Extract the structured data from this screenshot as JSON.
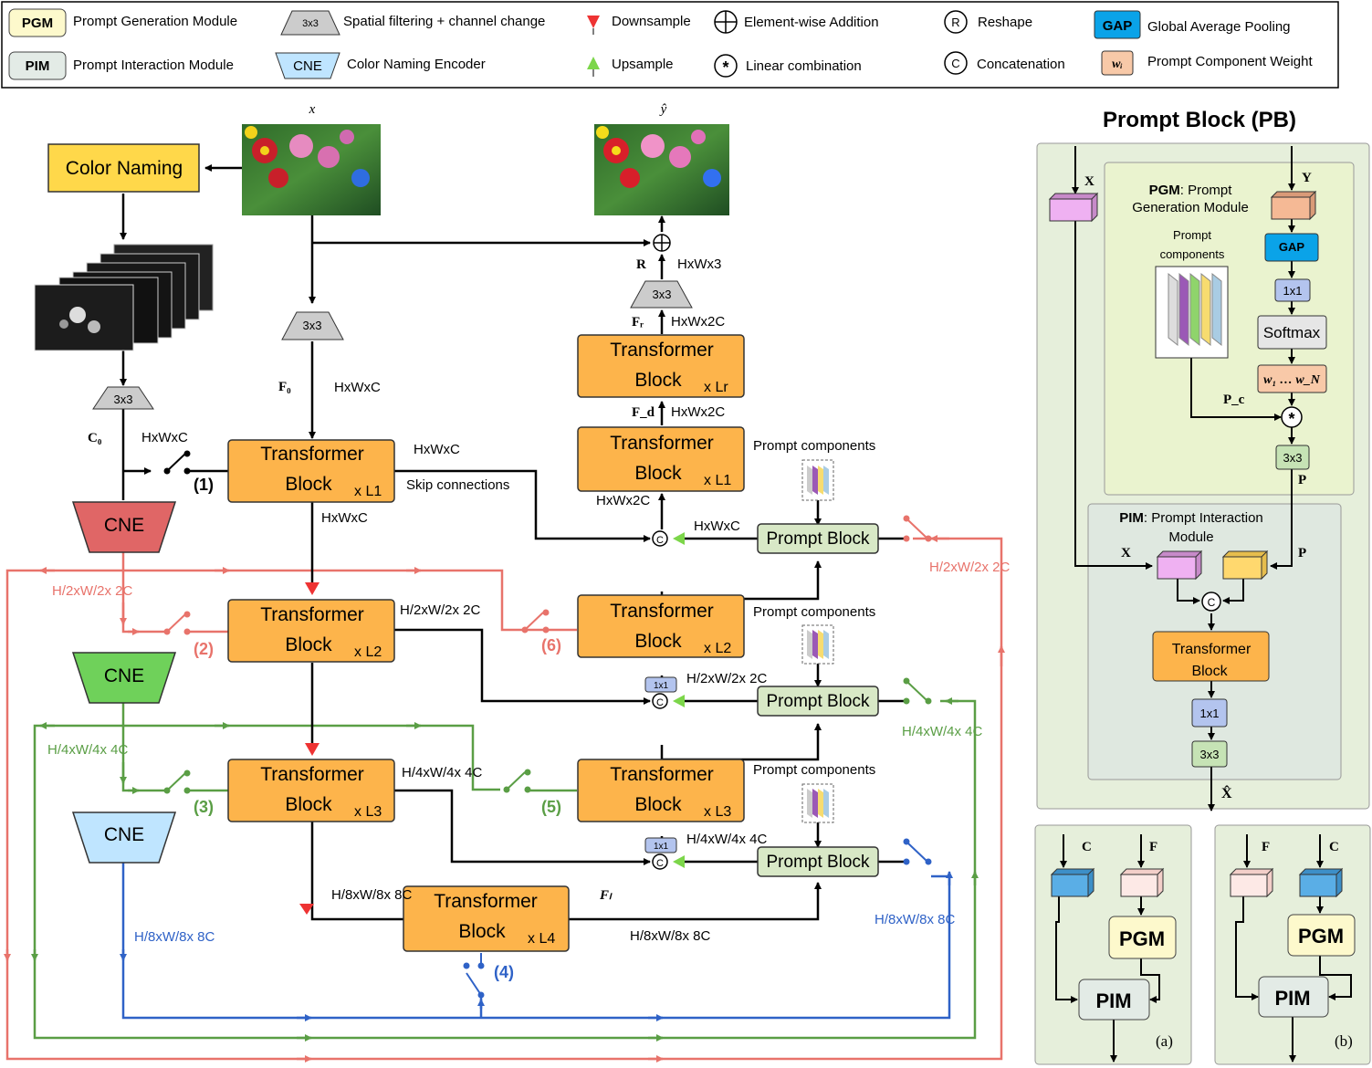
{
  "legend": {
    "pgm_tag": "PGM",
    "pgm_text": "Prompt Generation Module",
    "pim_tag": "PIM",
    "pim_text": "Prompt Interaction Module",
    "conv_tag": "3x3",
    "conv_text": "Spatial filtering + channel change",
    "cne_tag": "CNE",
    "cne_text": "Color Naming Encoder",
    "down_text": "Downsample",
    "up_text": "Upsample",
    "add_text": "Element-wise Addition",
    "lin_text": "Linear combination",
    "reshape_sym": "R",
    "reshape_text": "Reshape",
    "concat_sym": "C",
    "concat_text": "Concatenation",
    "gap_tag": "GAP",
    "gap_text": "Global Average Pooling",
    "w_tag": "wᵢ",
    "w_text": "Prompt Component Weight"
  },
  "main": {
    "x_label": "x",
    "yhat_label": "ŷ",
    "color_naming": "Color Naming",
    "conv": "3x3",
    "f0": "F₀",
    "c0": "C₀",
    "fr": "Fᵣ",
    "fd": "F_d",
    "fl": "Fₗ",
    "r": "R",
    "hwc": "HxWxC",
    "hw3": "HxWx3",
    "hw2c": "HxWx2C",
    "h2": "H/2xW/2x 2C",
    "h4": "H/4xW/4x 4C",
    "h8": "H/8xW/8x 8C",
    "tb_line1": "Transformer",
    "tb_line2": "Block",
    "l1": "x L1",
    "l2": "x L2",
    "l3": "x L3",
    "l4": "x L4",
    "lr": "x Lr",
    "cne": "CNE",
    "skip": "Skip connections",
    "prompt_components": "Prompt components",
    "prompt_block": "Prompt Block",
    "one_by_one": "1x1",
    "switches": [
      "(1)",
      "(2)",
      "(3)",
      "(4)",
      "(5)",
      "(6)"
    ]
  },
  "pb": {
    "title": "Prompt Block (PB)",
    "x": "X",
    "y": "Y",
    "pgm_bold": "PGM",
    "pgm_rest": ": Prompt",
    "pgm_line2": "Generation Module",
    "prompt": "Prompt",
    "components": "components",
    "gap": "GAP",
    "one_by_one": "1x1",
    "softmax": "Softmax",
    "weights": "w₁ … w_N",
    "pc": "P_c",
    "conv": "3x3",
    "p": "P",
    "pim_bold": "PIM",
    "pim_rest": ": Prompt Interaction",
    "pim_line2": "Module",
    "tb_line1": "Transformer",
    "tb_line2": "Block",
    "xhat": "X̂"
  },
  "variants": {
    "a_c": "C",
    "a_f": "F",
    "a_pgm": "PGM",
    "a_pim": "PIM",
    "a_label": "(a)",
    "b_f": "F",
    "b_c": "C",
    "b_pgm": "PGM",
    "b_pim": "PIM",
    "b_label": "(b)"
  },
  "colors": {
    "orange": "#fdb44b",
    "green_block": "#d8e8c6",
    "panel": "#e6efdb",
    "inner_pgm": "#eaf3cf",
    "inner_pim": "#dfe8e0",
    "red_cne": "#e06666",
    "green_cne": "#6fd15a",
    "blue_cne": "#bfe5ff",
    "red_line": "#e8736b",
    "green_line": "#5a9e45",
    "blue_line": "#2f62c7"
  }
}
